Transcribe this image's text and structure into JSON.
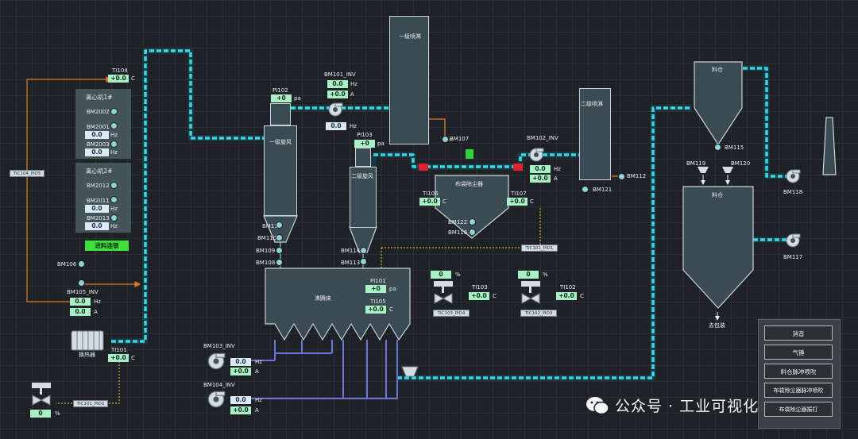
{
  "instruments": {
    "TI104": {
      "tag": "TI104",
      "value": "+0.0",
      "unit": "C"
    },
    "TI101": {
      "tag": "TI101",
      "value": "+0.0",
      "unit": "C"
    },
    "PI102": {
      "tag": "PI102",
      "value": "+0",
      "unit": "pa"
    },
    "PI103": {
      "tag": "PI103",
      "value": "+0",
      "unit": "pa"
    },
    "PI101": {
      "tag": "PI101",
      "value": "+0",
      "unit": "pa"
    },
    "TI105": {
      "tag": "TI105",
      "value": "+0.0",
      "unit": "C"
    },
    "TI106": {
      "tag": "TI106",
      "value": "+0.0",
      "unit": "C"
    },
    "TI107": {
      "tag": "TI107",
      "value": "+0.0",
      "unit": "C"
    },
    "TI103": {
      "tag": "TI103",
      "value": "+0.0",
      "unit": "C"
    },
    "TI102": {
      "tag": "TI102",
      "value": "+0.0",
      "unit": "C"
    }
  },
  "inverters": {
    "BM101_INV": {
      "tag": "BM101_INV",
      "hz": "0.0",
      "a": "+0.0",
      "hz_unit": "Hz",
      "a_unit": "A",
      "aux": "0.0"
    },
    "BM102_INV": {
      "tag": "BM102_INV",
      "hz": "0.0",
      "a": "+0.0",
      "hz_unit": "Hz",
      "a_unit": "A"
    },
    "BM105_INV": {
      "tag": "BM105_INV",
      "hz": "0.0",
      "a": "0.0",
      "hz_unit": "Hz",
      "a_unit": "A"
    },
    "BM103_INV": {
      "tag": "BM103_INV",
      "hz": "0.0",
      "a": "+0.0",
      "hz_unit": "Hz",
      "a_unit": "A"
    },
    "BM104_INV": {
      "tag": "BM104_INV",
      "hz": "0.0",
      "a": "+0.0",
      "hz_unit": "Hz",
      "a_unit": "A"
    }
  },
  "centrifuge1": {
    "title": "离心机1#",
    "items": [
      {
        "tag": "BM2002"
      },
      {
        "tag": "BM2001",
        "value": "0.0",
        "unit": "Hz"
      },
      {
        "tag": "BM2003",
        "value": "0.0",
        "unit": "Hz"
      }
    ]
  },
  "centrifuge2": {
    "title": "离心机2#",
    "items": [
      {
        "tag": "BM2012"
      },
      {
        "tag": "BM2011",
        "value": "0.0",
        "unit": "Hz"
      },
      {
        "tag": "BM2013",
        "value": "0.0",
        "unit": "Hz"
      }
    ]
  },
  "interlock_button": "进料连锁",
  "vessels": {
    "spray1": "一级喷淋",
    "spray2": "二级喷淋",
    "cyclone1": "一级旋风",
    "cyclone2": "二级旋风",
    "baghouse": "布袋除尘器",
    "fluidbed": "沸腾床",
    "hopper": "料仓",
    "silo": "料仓",
    "heater": "换热器",
    "to_bag": "去包装"
  },
  "motors": [
    "BM107",
    "BM112",
    "BM121",
    "BM106",
    "BM11",
    "BM110",
    "BM109",
    "BM108",
    "BM114",
    "BM113",
    "BM122",
    "BM116",
    "BM115",
    "BM119",
    "BM120",
    "BM118",
    "BM117"
  ],
  "pid": {
    "TIC104_PID5": "TIC104_PID5",
    "TIC101_PID1": "TIC101_PID1",
    "TIC103_PID4": "TIC103_PID4",
    "TIC102_PID3": "TIC102_PID3",
    "TIC101_PID2": "TIC101_PID2"
  },
  "valves": {
    "v1": {
      "value": "0",
      "unit": "%"
    },
    "v2": {
      "value": "0",
      "unit": "%"
    },
    "v3": {
      "value": "0",
      "unit": "%"
    }
  },
  "controls": [
    "消音",
    "气锤",
    "料仓脉冲喷吹",
    "布袋除尘器脉冲喷吹",
    "布袋除尘器振打"
  ],
  "watermark": "公众号 · 工业可视化",
  "colors": {
    "pipe": "#3ad6e6",
    "flow_orange": "#e0782a",
    "flow_yellow": "#e8d23a",
    "flow_blue": "#6b73d6",
    "value_green": "#a9f0c6"
  }
}
